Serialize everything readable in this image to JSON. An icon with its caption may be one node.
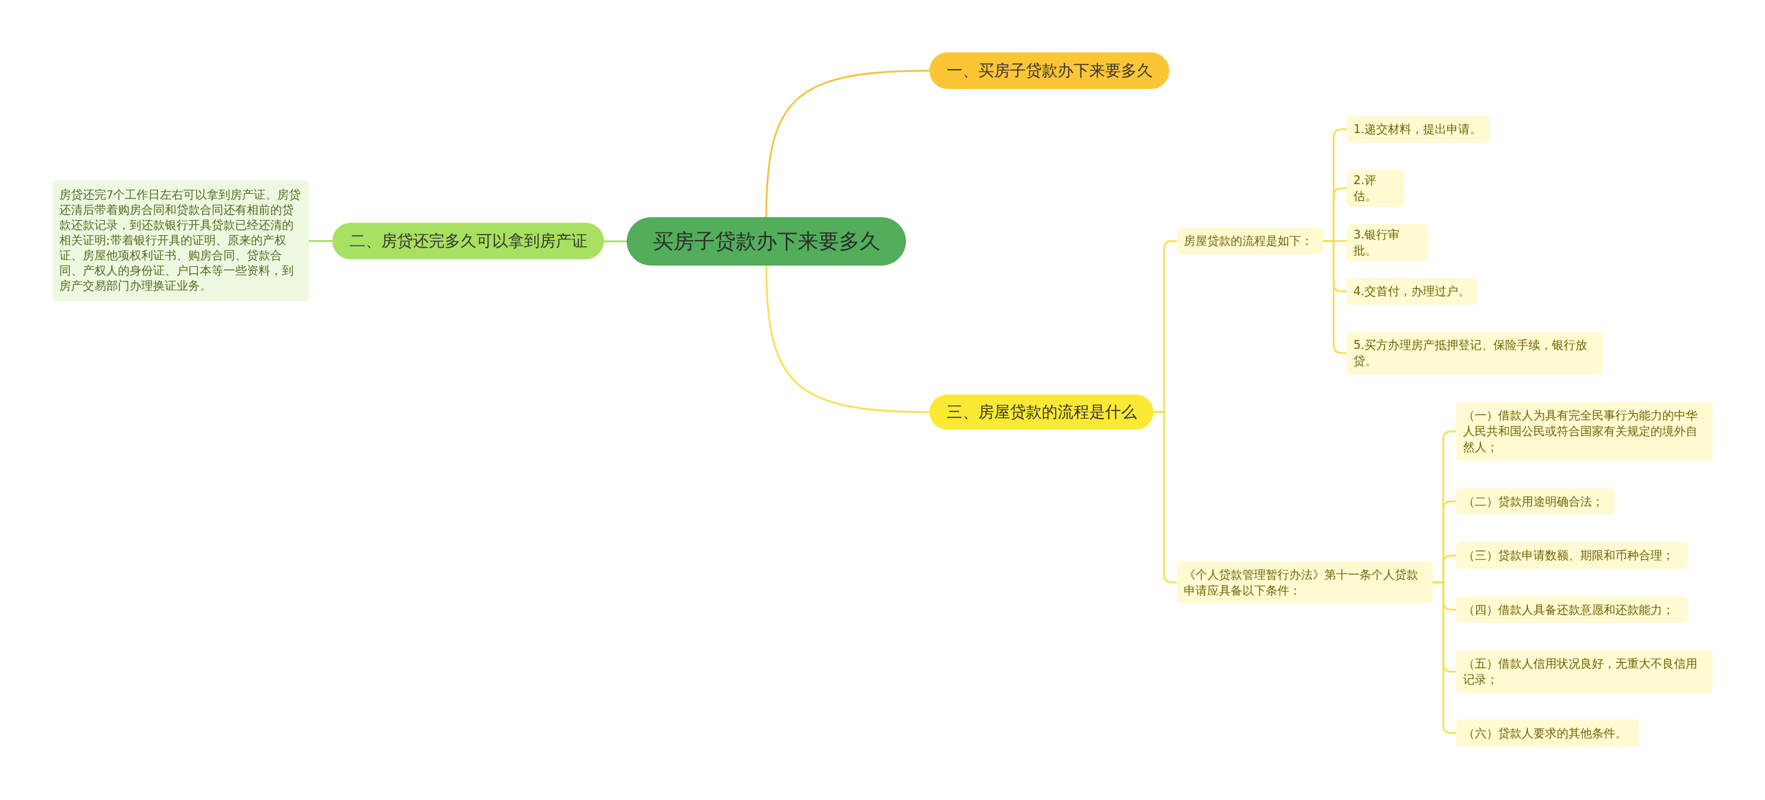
{
  "diagram": {
    "nodes": [
      {
        "text": [
          "买房子贷款办下来要多久"
        ]
      },
      {
        "text": [
          "一、买房子贷款办下来要多久"
        ]
      },
      {
        "text": [
          "二、房贷还完多久可以拿到房产证"
        ]
      },
      {
        "text": [
          "房贷还完7个工作日左右可以拿到房产证。房贷还清后带着购房合同和贷款合同还有相前的贷款还款记录，到还款银行开具贷款已经还清的相关证明;带着银行开具的证明、原来的产权证、房屋他项权利证书、购房合同、贷款合同、产权人的身份证、户口本等一些资料，到房产交易部门办理换证业务。"
        ]
      },
      {
        "text": [
          "三、房屋贷款的流程是什么"
        ]
      },
      {
        "text": [
          "房屋贷款的流程是如下："
        ]
      },
      {
        "text": [
          "1.递交材料，提出申请。"
        ]
      },
      {
        "text": [
          "2.评估。"
        ]
      },
      {
        "text": [
          "3.银行审批。"
        ]
      },
      {
        "text": [
          "4.交首付，办理过户。"
        ]
      },
      {
        "text": [
          "5.买方办理房产抵押登记、保险手续，银行放贷。"
        ]
      },
      {
        "text": [
          "《个人贷款管理暂行办法》第十一条个人贷款申请应具备以下条件："
        ]
      },
      {
        "text": [
          "（一）借款人为具有完全民事行为能力的中华人民共和国公民或符合国家有关规定的境外自然人；"
        ]
      },
      {
        "text": [
          "（二）贷款用途明确合法；"
        ]
      },
      {
        "text": [
          "（三）贷款申请数额、期限和币种合理；"
        ]
      },
      {
        "text": [
          "（四）借款人具备还款意愿和还款能力；"
        ]
      },
      {
        "text": [
          "（五）借款人信用状况良好，无重大不良信用记录；"
        ]
      },
      {
        "text": [
          "（六）贷款人要求的其他条件。"
        ]
      }
    ],
    "edges": [
      {
        "from": 0,
        "to": 1,
        "arrow": "none",
        "color": "#f2c13a"
      },
      {
        "from": 0,
        "to": 2,
        "arrow": "none",
        "color": "#a5dc5c"
      },
      {
        "from": 2,
        "to": 3,
        "arrow": "none",
        "color": "#a5dc5c"
      },
      {
        "from": 0,
        "to": 4,
        "arrow": "none"
      },
      {
        "from": 4,
        "to": 5,
        "arrow": "none"
      },
      {
        "from": 4,
        "to": 11,
        "arrow": "none"
      },
      {
        "from": 5,
        "to": 6,
        "arrow": "none"
      },
      {
        "from": 5,
        "to": 7,
        "arrow": "none"
      },
      {
        "from": 5,
        "to": 8,
        "arrow": "none"
      },
      {
        "from": 5,
        "to": 9,
        "arrow": "none"
      },
      {
        "from": 5,
        "to": 10,
        "arrow": "none"
      },
      {
        "from": 11,
        "to": 12,
        "arrow": "none"
      },
      {
        "from": 11,
        "to": 13,
        "arrow": "none"
      },
      {
        "from": 11,
        "to": 14,
        "arrow": "none"
      },
      {
        "from": 11,
        "to": 15,
        "arrow": "none"
      },
      {
        "from": 11,
        "to": 16,
        "arrow": "none"
      },
      {
        "from": 11,
        "to": 17,
        "arrow": "none"
      }
    ]
  }
}
